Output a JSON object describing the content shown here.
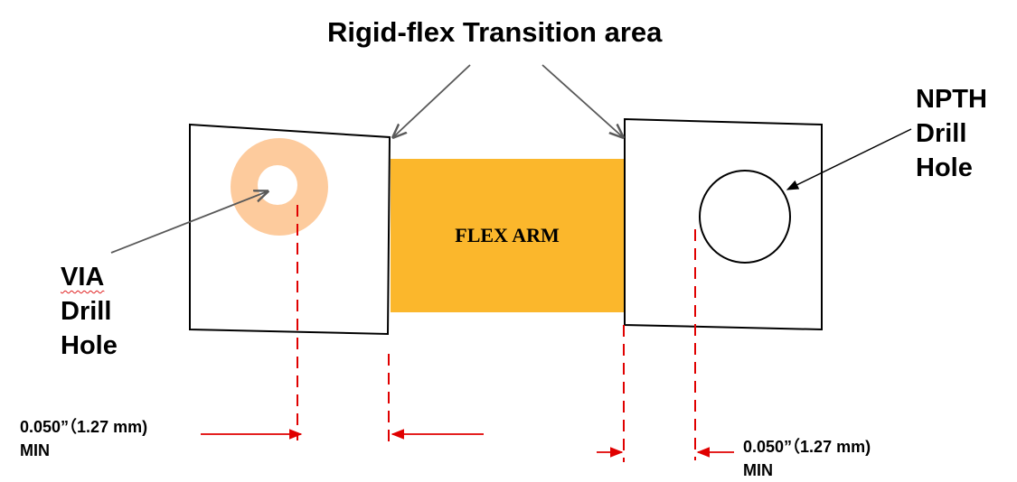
{
  "title": "Rigid-flex Transition area",
  "via_label": {
    "line1": "VIA",
    "line2": "Drill",
    "line3": "Hole"
  },
  "npth_label": {
    "line1": "NPTH",
    "line2": "Drill",
    "line3": "Hole"
  },
  "flex_arm_label": "FLEX ARM",
  "dimension_left": {
    "value": "0.050”（1.27 mm)",
    "suffix": "MIN"
  },
  "dimension_right": {
    "value": "0.050”（1.27 mm)",
    "suffix": "MIN"
  },
  "colors": {
    "flex_arm": "#FBB72C",
    "via_pad": "#FDCB9D",
    "dimension_red": "#E00000",
    "leader_gray": "#595959"
  }
}
